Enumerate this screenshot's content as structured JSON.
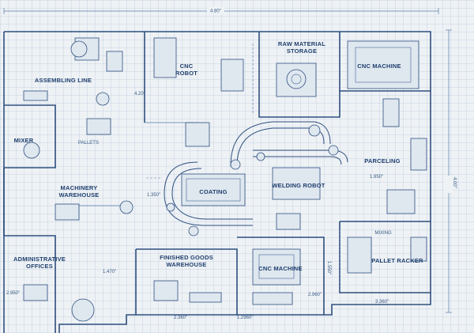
{
  "labels": {
    "raw_material_storage": "RAW MATERIAL\nSTORAGE",
    "cnc_machine_top": "CNC MACHINE",
    "assembling_line": "ASSEMBLING LINE",
    "cnc_robot": "CNC\nROBOT",
    "mixer": "MIXER",
    "pallets": "PALLETS",
    "machinery_warehouse": "MACHINERY\nWAREHOUSE",
    "coating": "COATING",
    "welding_robot": "WELDING ROBOT",
    "parcelling": "PARCELING",
    "administrative_offices": "ADMINISTRATIVE\nOFFICES",
    "finished_goods_warehouse": "FINISHED GOODS\nWAREHOUSE",
    "cnc_machine_bottom": "CNC MACHINE",
    "pallet_racker": "PALLET RACKER",
    "mixing": "MIXING"
  },
  "dimensions": {
    "top": "4.80\"",
    "right": "4.00\"",
    "dim_420": "4.20\"",
    "dim_1350": "1.350\"",
    "dim_1550": "1.550\"",
    "dim_1950": "1.950\"",
    "dim_1470": "1.470\"",
    "dim_2950": "2.950\"",
    "dim_2360": "2.360\"",
    "dim_12960": "1.2960\"",
    "dim_2960": "2.960\"",
    "dim_3360": "3.360\""
  },
  "colors": {
    "line": "#2f4f7f",
    "paper": "#eef2f5",
    "grid": "#c5d2e0"
  }
}
